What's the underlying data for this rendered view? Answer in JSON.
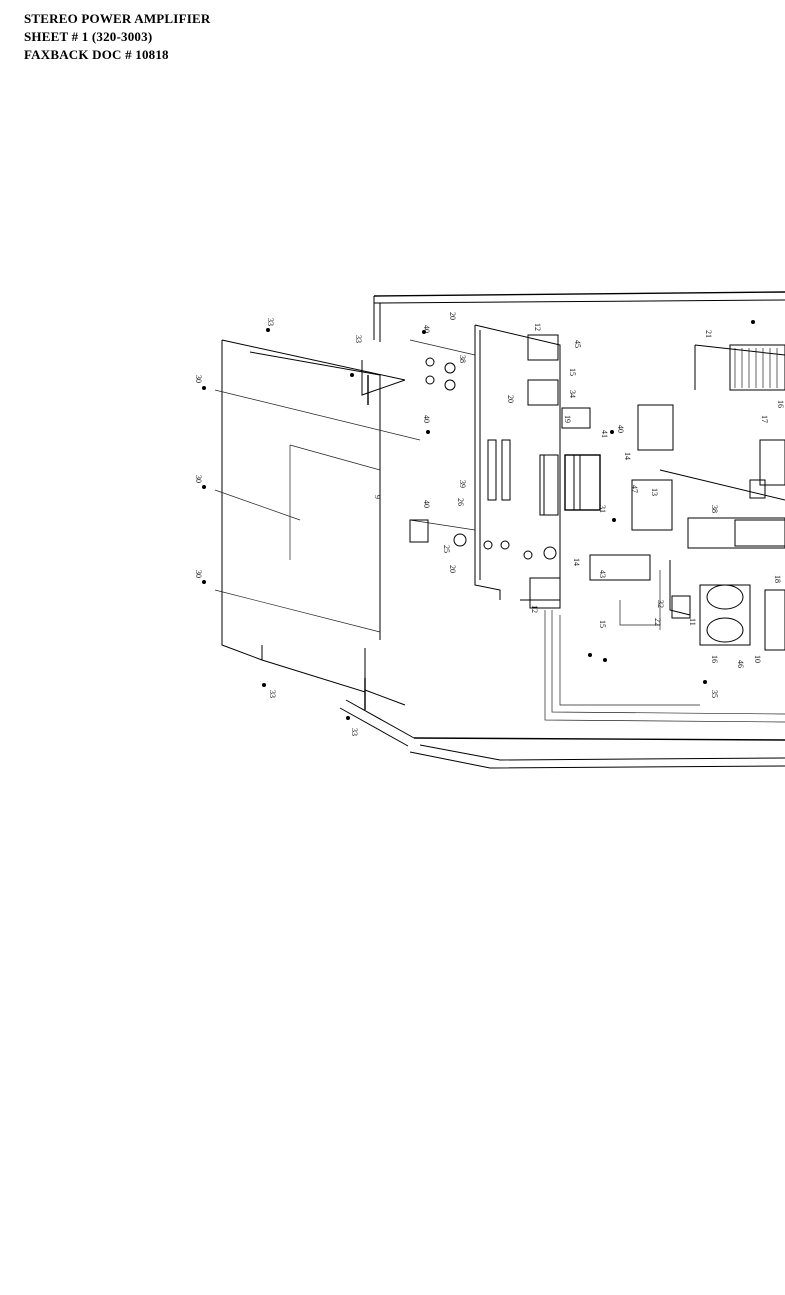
{
  "header": {
    "line1": "STEREO POWER AMPLIFIER",
    "line2": "SHEET # 1  (320-3003)",
    "line3": "FAXBACK DOC # 10818"
  },
  "diagram": {
    "part_labels": [
      "33",
      "33",
      "33",
      "33",
      "30",
      "30",
      "30",
      "40",
      "40",
      "40",
      "40",
      "20",
      "20",
      "20",
      "38",
      "38",
      "39",
      "26",
      "25",
      "12",
      "12",
      "14",
      "14",
      "15",
      "15",
      "16",
      "16",
      "17",
      "18",
      "19",
      "21",
      "22",
      "13",
      "41",
      "43",
      "45",
      "47",
      "46",
      "35",
      "34",
      "32",
      "31",
      "11",
      "10",
      "9"
    ]
  }
}
